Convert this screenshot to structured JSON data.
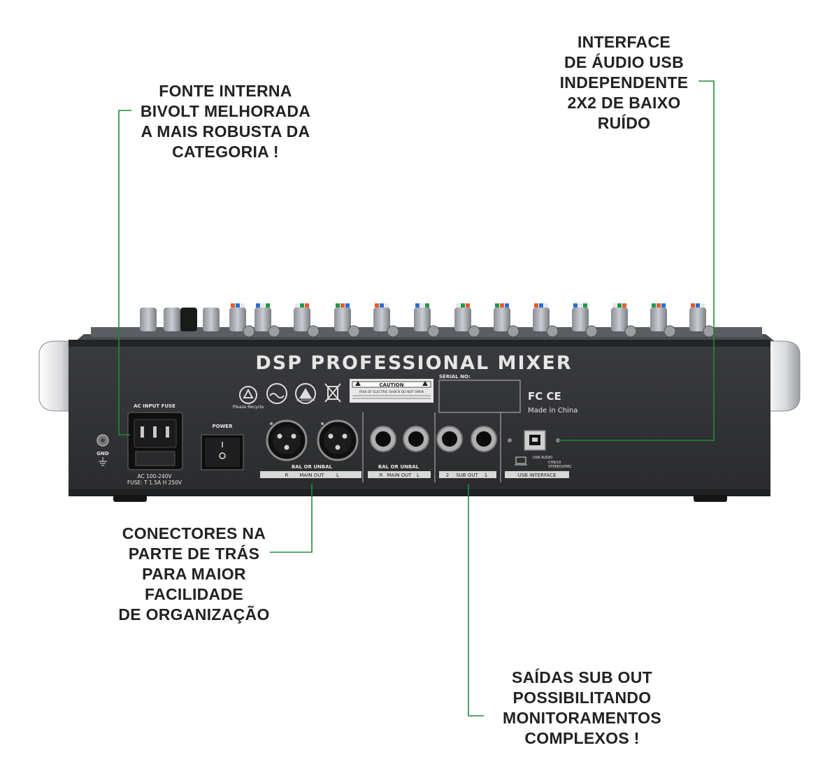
{
  "callouts": {
    "fonte": [
      "FONTE INTERNA",
      "BIVOLT MELHORADA",
      "A MAIS ROBUSTA DA",
      "CATEGORIA !"
    ],
    "usb": [
      "INTERFACE",
      "DE ÁUDIO USB",
      "INDEPENDENTE",
      "2X2 DE BAIXO",
      "RUÍDO"
    ],
    "conectores": [
      "CONECTORES NA",
      "PARTE DE TRÁS",
      "PARA MAIOR",
      "FACILIDADE",
      "DE ORGANIZAÇÃO"
    ],
    "saidas": [
      "SAÍDAS SUB OUT",
      "POSSIBILITANDO",
      "MONITORAMENTOS",
      "COMPLEXOS !"
    ]
  },
  "panel": {
    "brand": "DSP PROFESSIONAL MIXER",
    "ac_input_fuse": "AC INPUT FUSE",
    "ac_rating": "AC 100-240V",
    "fuse_rating": "FUSE: T 1.5A H 250V",
    "gnd": "GND",
    "power": "POWER",
    "bal_unbal_main": "BAL OR UNBAL",
    "main_out_r": "R",
    "main_out_label": "MAIN OUT",
    "main_out_l": "L",
    "bal_unbal_jack": "BAL OR UNBAL",
    "jack_r": "R",
    "jack_main_out": "MAIN OUT",
    "jack_l": "L",
    "sub_2": "2",
    "sub_out": "SUB OUT",
    "sub_1": "1",
    "usb_interface": "USB INTERFACE",
    "usb_audio": "USB AUDIO",
    "usb_ch": "CH9/10",
    "usb_stereo": "STEREO(PRE)",
    "caution": "CAUTION",
    "caution_sub": "RISK OF ELECTRIC SHOCK DO NOT OPEN",
    "serial": "SERIAL NO:",
    "fc_ce": "FC CE",
    "made_in": "Made in China",
    "recycle": "Please Recycle",
    "altitude": "≤2000m"
  },
  "colors": {
    "accent_line": "#1f8a3a",
    "chassis": "#2f3032",
    "chassis_dark": "#1c1d1f",
    "text": "#222222"
  }
}
